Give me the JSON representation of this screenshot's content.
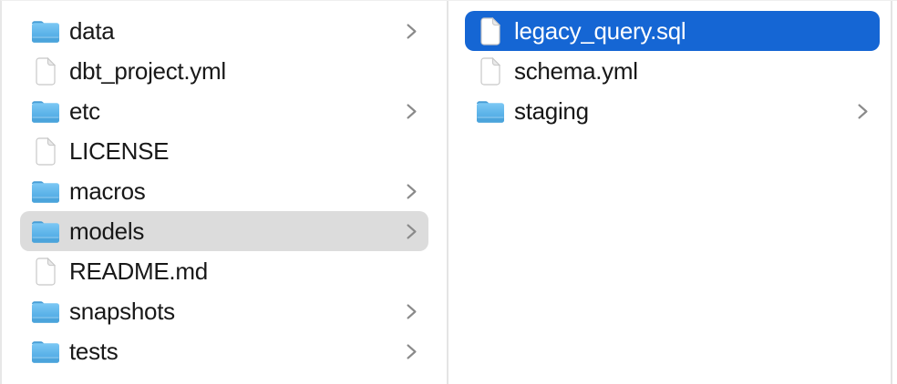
{
  "app": "finder-column-view",
  "colors": {
    "selection_active": "#1566d4",
    "selection_inactive": "#dcdcdc",
    "selected_text": "#ffffff",
    "text": "#181818",
    "divider": "#e4e4e4",
    "folder_blue": "#5cb3e9",
    "chevron_gray": "#8a8a8a"
  },
  "columns": [
    {
      "name": "parent-folder",
      "items": [
        {
          "label": "data",
          "type": "folder",
          "chevron": true,
          "selected": false
        },
        {
          "label": "dbt_project.yml",
          "type": "file",
          "chevron": false,
          "selected": false
        },
        {
          "label": "etc",
          "type": "folder",
          "chevron": true,
          "selected": false
        },
        {
          "label": "LICENSE",
          "type": "file",
          "chevron": false,
          "selected": false
        },
        {
          "label": "macros",
          "type": "folder",
          "chevron": true,
          "selected": false
        },
        {
          "label": "models",
          "type": "folder",
          "chevron": true,
          "selected": "inactive"
        },
        {
          "label": "README.md",
          "type": "file",
          "chevron": false,
          "selected": false
        },
        {
          "label": "snapshots",
          "type": "folder",
          "chevron": true,
          "selected": false
        },
        {
          "label": "tests",
          "type": "folder",
          "chevron": true,
          "selected": false
        }
      ]
    },
    {
      "name": "models-folder",
      "items": [
        {
          "label": "legacy_query.sql",
          "type": "file",
          "chevron": false,
          "selected": "active"
        },
        {
          "label": "schema.yml",
          "type": "file",
          "chevron": false,
          "selected": false
        },
        {
          "label": "staging",
          "type": "folder",
          "chevron": true,
          "selected": false
        }
      ]
    }
  ]
}
